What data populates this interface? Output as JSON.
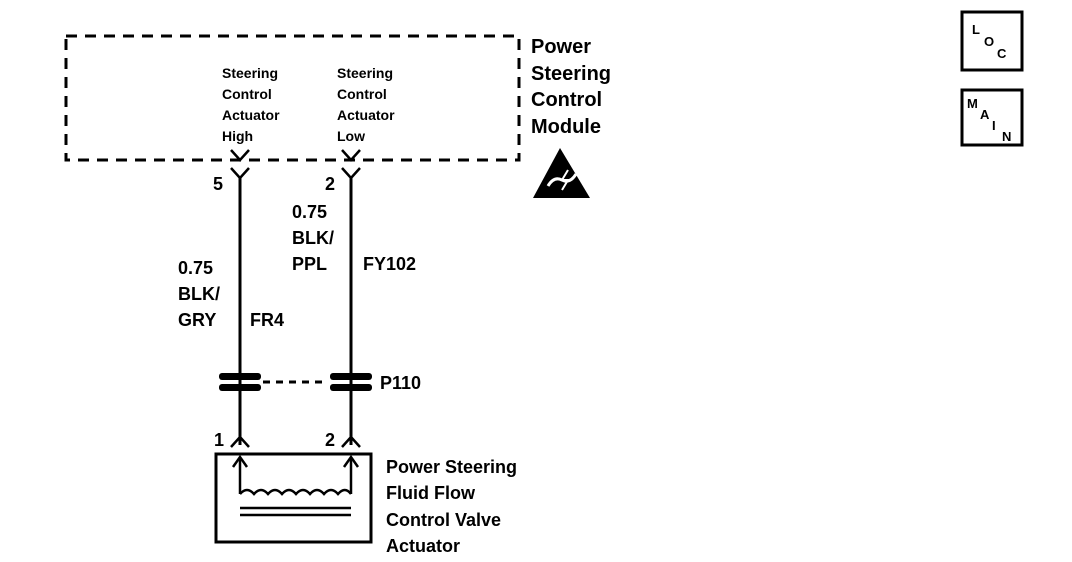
{
  "module": {
    "name_lines": [
      "Power",
      "Steering",
      "Control",
      "Module"
    ],
    "pin_high": {
      "label_lines": [
        "Steering",
        "Control",
        "Actuator",
        "High"
      ],
      "number": "5"
    },
    "pin_low": {
      "label_lines": [
        "Steering",
        "Control",
        "Actuator",
        "Low"
      ],
      "number": "2"
    }
  },
  "wires": {
    "high": {
      "gauge": "0.75",
      "color_lines": [
        "BLK/",
        "GRY"
      ],
      "circuit": "FR4"
    },
    "low": {
      "gauge": "0.75",
      "color_lines": [
        "BLK/",
        "PPL"
      ],
      "circuit": "FY102"
    }
  },
  "connector": {
    "name": "P110"
  },
  "actuator": {
    "name_lines": [
      "Power Steering",
      "Fluid Flow",
      "Control Valve",
      "Actuator"
    ],
    "pin_left": "1",
    "pin_right": "2"
  },
  "icons": {
    "loc": {
      "chars": [
        "L",
        "O",
        "C"
      ],
      "semantic": "location-icon"
    },
    "main": {
      "chars": [
        "M",
        "A",
        "I",
        "N"
      ],
      "semantic": "main-icon"
    },
    "esd": {
      "semantic": "esd-warning-icon"
    }
  }
}
